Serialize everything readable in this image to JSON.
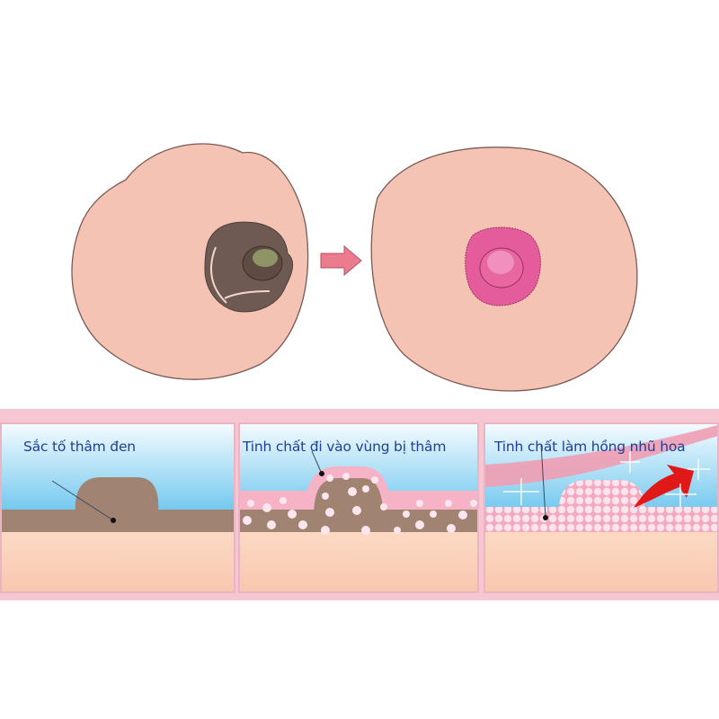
{
  "illustration": {
    "before_label": "before-darkened-nipple",
    "after_label": "after-pink-nipple",
    "arrow": "right-arrow",
    "colors": {
      "skin": "#f4c3b3",
      "outline": "#7a5a55",
      "dark_areola": "#6e5a52",
      "dark_nipple_tip": "#8f9466",
      "pink_areola": "#e45c9c",
      "pink_nipple": "#f18fbf",
      "arrow": "#ec7b90"
    }
  },
  "panels": [
    {
      "label": "Sắc tố thâm đen",
      "stage": "pigment",
      "colors": {
        "sky_top": "#f4fbff",
        "sky_bottom": "#6ec6ee",
        "pigment": "#a08370",
        "skin": "#f9cfb5"
      }
    },
    {
      "label": "Tinh chất đi vào vùng bị thâm",
      "stage": "serum-penetrating",
      "colors": {
        "serum": "#f6b3c6",
        "pigment": "#a08370",
        "bubble": "#fde6ef"
      }
    },
    {
      "label": "Tinh chất làm hồng nhũ hoa",
      "stage": "pink-result",
      "colors": {
        "cells": "#f8bfd0",
        "ribbon": "#ef9db2",
        "arrow": "#e01818",
        "sparkle": "#ffffff"
      }
    }
  ]
}
